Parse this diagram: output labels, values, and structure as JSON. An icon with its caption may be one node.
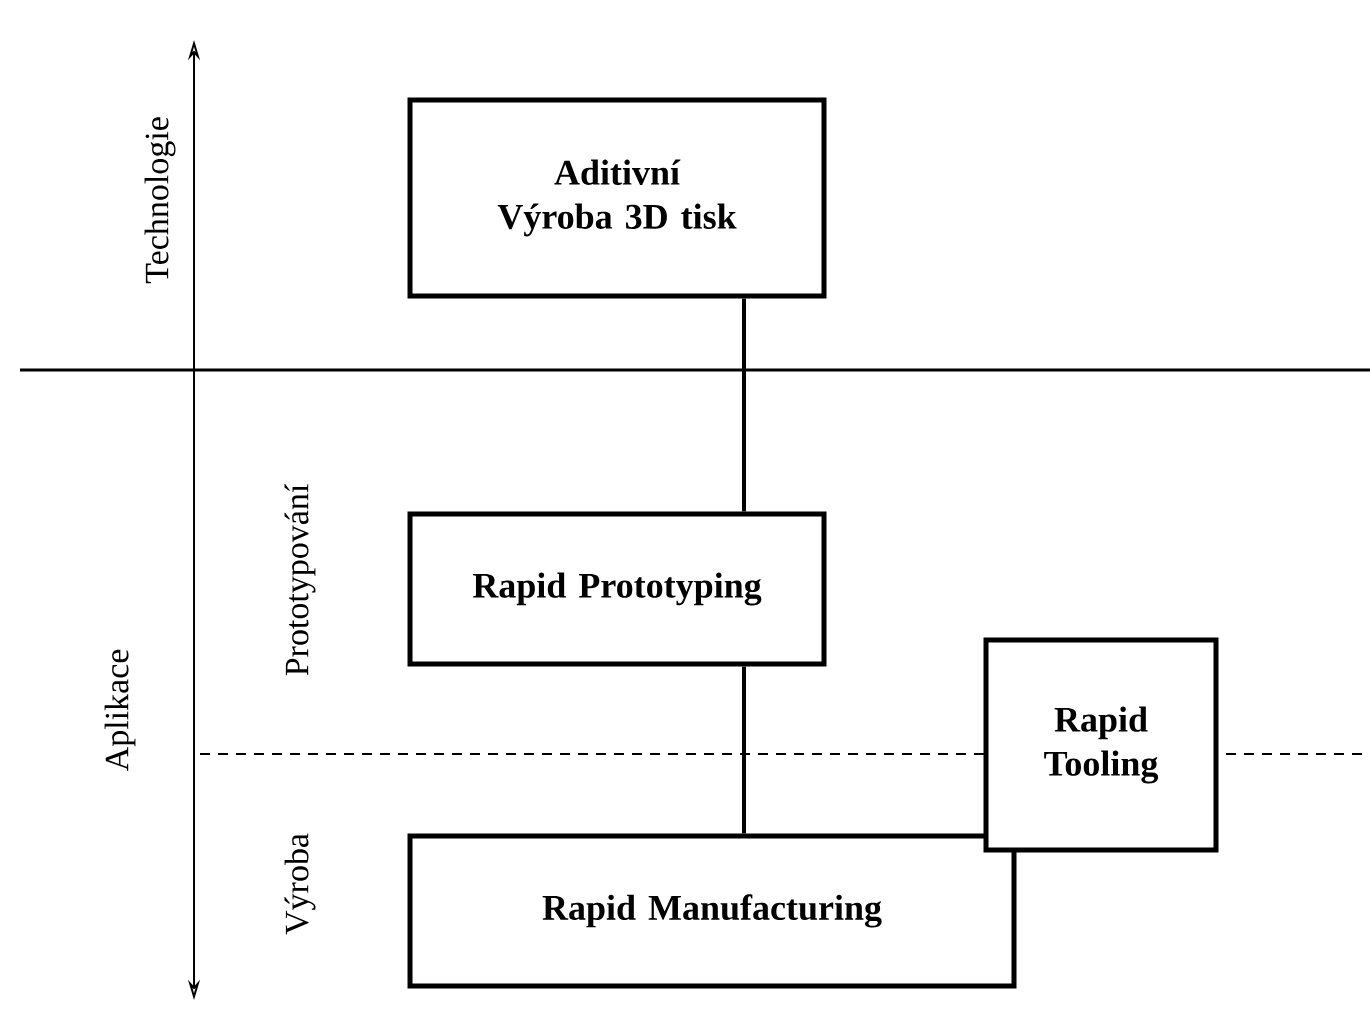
{
  "diagram": {
    "nodes": [
      {
        "text": [
          "Aditivní Výroba 3D tisk"
        ]
      },
      {
        "text": [
          "Rapid Prototyping"
        ]
      },
      {
        "text": [
          "Rapid Manufacturing"
        ]
      },
      {
        "text": [
          "Rapid Tooling"
        ]
      }
    ],
    "edges": [
      {
        "from": 0,
        "to": 1,
        "arrow": "none"
      },
      {
        "from": 1,
        "to": 2,
        "arrow": "none"
      }
    ],
    "labels": [
      "Technologie",
      "Aplikace",
      "Prototypování",
      "Výroba"
    ]
  }
}
